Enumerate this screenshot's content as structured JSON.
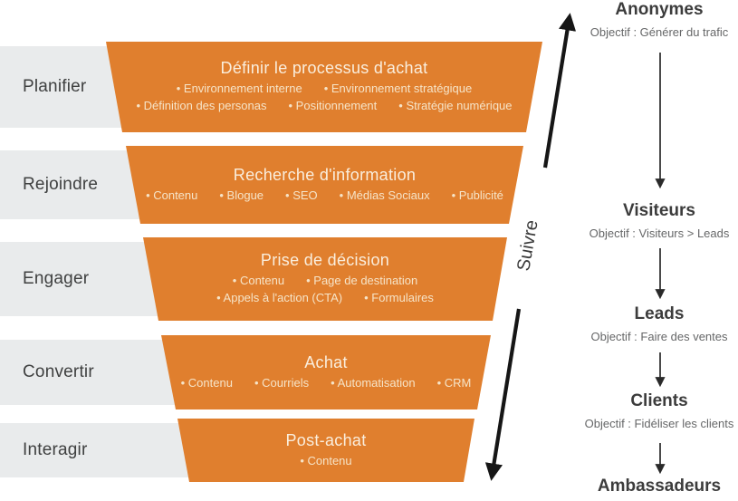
{
  "funnel": {
    "suivre_label": "Suivre",
    "rows": [
      {
        "stage": "Planifier",
        "title": "Définir le processus d'achat",
        "bullet_lines": [
          [
            "Environnement interne",
            "Environnement stratégique"
          ],
          [
            "Définition des personas",
            "Positionnement",
            "Stratégie numérique"
          ]
        ]
      },
      {
        "stage": "Rejoindre",
        "title": "Recherche d'information",
        "bullet_lines": [
          [
            "Contenu",
            "Blogue",
            "SEO",
            "Médias Sociaux",
            "Publicité"
          ]
        ]
      },
      {
        "stage": "Engager",
        "title": "Prise de décision",
        "bullet_lines": [
          [
            "Contenu",
            "Page de destination"
          ],
          [
            "Appels à l'action (CTA)",
            "Formulaires"
          ]
        ]
      },
      {
        "stage": "Convertir",
        "title": "Achat",
        "bullet_lines": [
          [
            "Contenu",
            "Courriels",
            "Automatisation",
            "CRM"
          ]
        ]
      },
      {
        "stage": "Interagir",
        "title": "Post-achat",
        "bullet_lines": [
          [
            "Contenu"
          ]
        ]
      }
    ]
  },
  "stages_column": {
    "stages": [
      {
        "name": "Anonymes",
        "objective": "Objectif : Générer du trafic"
      },
      {
        "name": "Visiteurs",
        "objective": "Objectif : Visiteurs > Leads"
      },
      {
        "name": "Leads",
        "objective": "Objectif : Faire des ventes"
      },
      {
        "name": "Clients",
        "objective": "Objectif : Fidéliser les clients"
      },
      {
        "name": "Ambassadeurs",
        "objective": ""
      }
    ]
  },
  "colors": {
    "funnel_orange": "#e07f2e",
    "band_gray": "#e9ebec",
    "arrow_black": "#161616"
  }
}
